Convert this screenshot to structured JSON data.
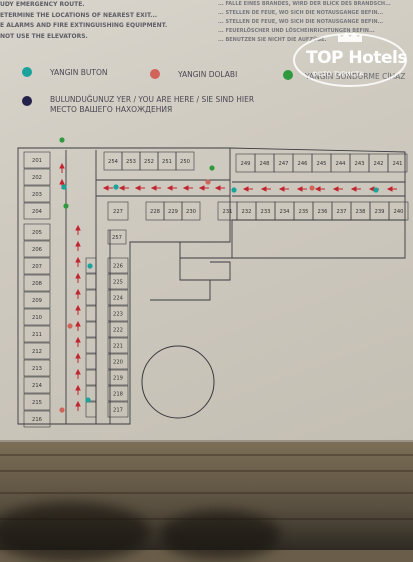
{
  "board": {
    "header_lines_left": [
      "UDY EMERGENCY ROUTE.",
      "ETERMINE THE LOCATIONS OF NEAREST EXIT...",
      "E ALARMS AND FIRE EXTINGUISHING EQUIPMENT.",
      "NOT USE THE ELEVATORS."
    ],
    "header_lines_right": [
      "... FALLE EINES BRANDES, WIRD DER BLICK DES BRANDSCH...",
      "... STELLEN DE FEUE, WO SICH DIE NOTAUSGANGE BEFIN...",
      "... STELLEN DE FEUE, WO SICH DIE NOTAUSGANGE BEFIN...",
      "... FEUERLÖSCHER UND LÖSCHEINRICHTUNGEN BEFIN...",
      "... BENUTZEN SIE NICHT DIE AUFZÜGE."
    ],
    "legend": [
      {
        "label": "YANGIN BUTON",
        "color": "#1aa39a"
      },
      {
        "label": "YANGIN DOLABI",
        "color": "#d1645a"
      },
      {
        "label": "YANGIN SÖNDÜRME CİHAZI",
        "color": "#2f9a3d"
      }
    ],
    "you_are_here": {
      "line1": "BULUNDUĞUNUZ YER / YOU ARE HERE / SIE SIND HIER",
      "line2": "МЕСТО ВАШЕГО НАХОЖДЕНИЯ",
      "color": "#24214a"
    },
    "watermark": {
      "brand": "TOP Hotels",
      "sub": "ФОТО ТУРИСТА"
    }
  },
  "floorplan": {
    "rooms_top_row": [
      "254",
      "253",
      "252",
      "251",
      "250",
      "249",
      "248",
      "247",
      "246",
      "245",
      "244",
      "243",
      "242",
      "241"
    ],
    "rooms_lower_row": [
      "227",
      "228",
      "229",
      "230",
      "231",
      "232",
      "233",
      "234",
      "235",
      "236",
      "237",
      "238",
      "239",
      "240"
    ],
    "rooms_left_column": [
      "201",
      "202",
      "203",
      "204",
      "205",
      "206",
      "207",
      "208",
      "209",
      "210",
      "211",
      "212",
      "213",
      "214",
      "215",
      "216"
    ],
    "rooms_right_column": [
      "257",
      "226",
      "225",
      "224",
      "223",
      "222",
      "221",
      "220",
      "219",
      "218",
      "217"
    ],
    "colors": {
      "wall": "#3a3a3e",
      "arrow": "#c2242e",
      "button": "#1aa39a",
      "cabinet": "#d1645a",
      "extinguisher": "#2f9a3d"
    }
  }
}
